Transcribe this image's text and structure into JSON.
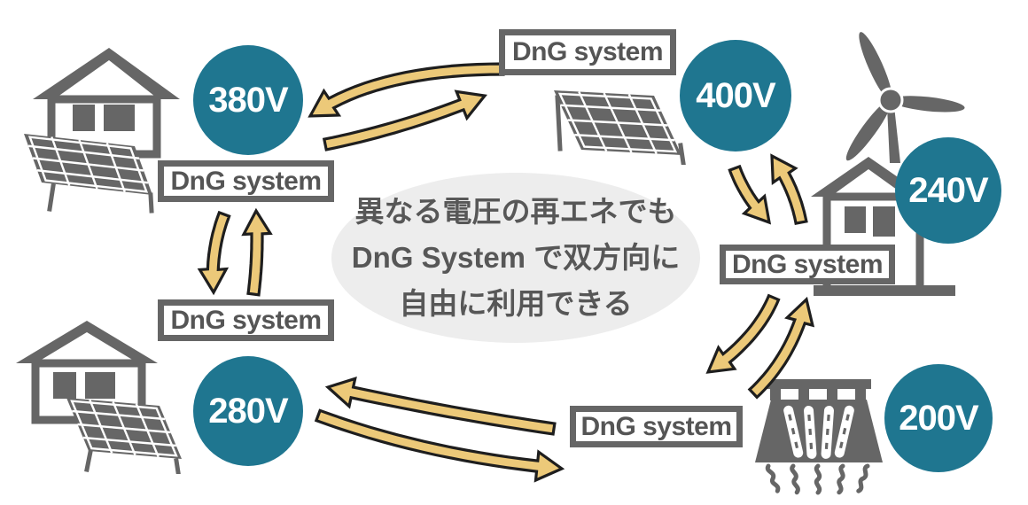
{
  "bubble": {
    "line1": "異なる電圧の再エネでも",
    "line2": "DnG System で双方向に",
    "line3": "自由に利用できる"
  },
  "dng_box_label": "DnG system",
  "nodes": {
    "house_top_left": {
      "voltage": "380V",
      "icon": "house-solar-icon"
    },
    "solar_top_center": {
      "voltage": "400V",
      "icon": "solar-panel-icon"
    },
    "wind_house_right": {
      "voltage": "240V",
      "icon": "wind-turbine-house-icon"
    },
    "house_bottom_left": {
      "voltage": "280V",
      "icon": "house-solar-icon"
    },
    "hydro_bottom_right": {
      "voltage": "200V",
      "icon": "hydro-dam-icon"
    }
  },
  "colors": {
    "badge_teal": "#1f7690",
    "icon_gray": "#666666",
    "arrow_fill": "#ecc979",
    "arrow_outline": "#1e1e1e",
    "box_border": "#666666",
    "box_text": "#555555",
    "bubble_bg": "#ededed",
    "bubble_text": "#575757"
  }
}
